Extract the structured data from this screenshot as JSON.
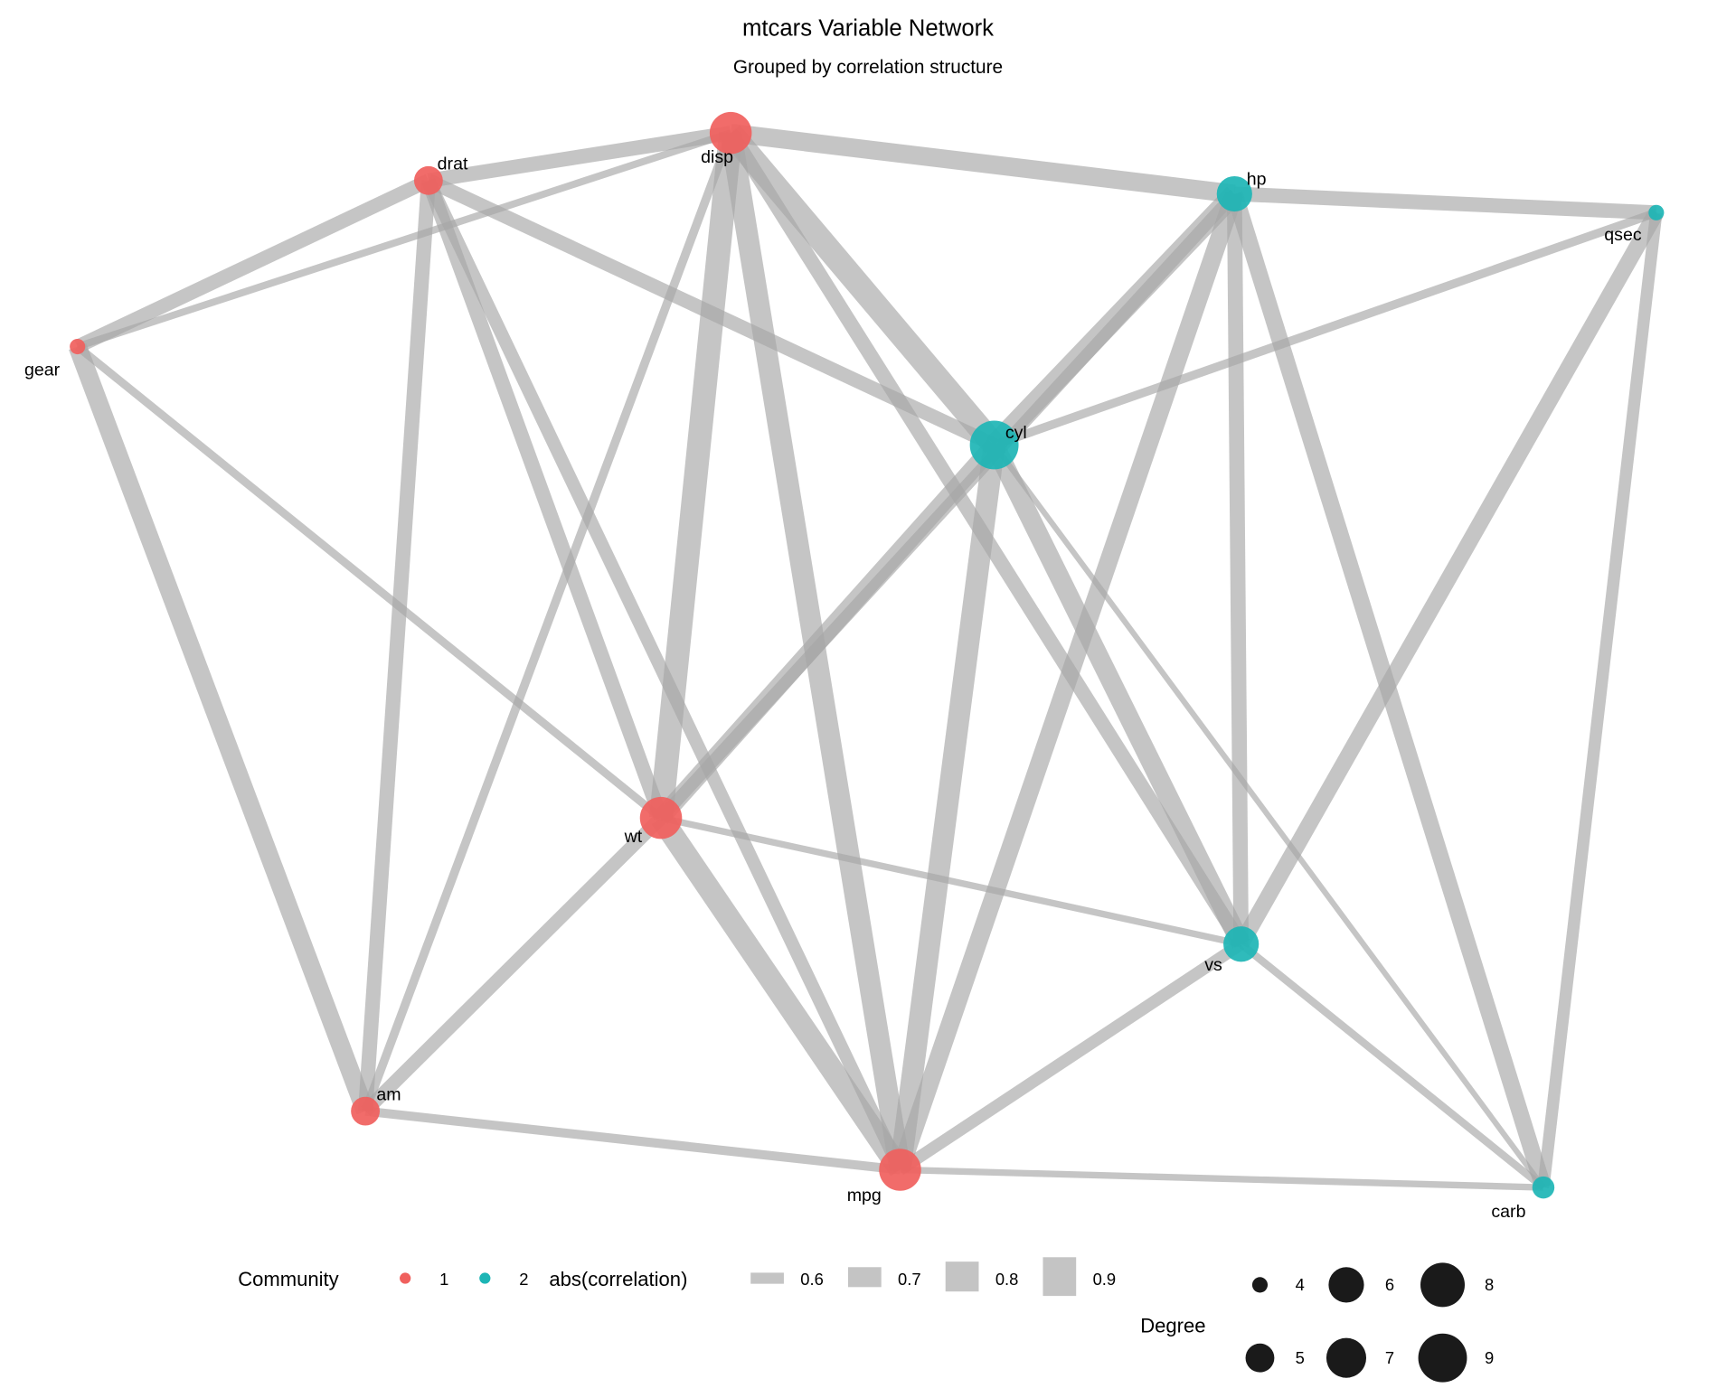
{
  "title": "mtcars Variable Network",
  "subtitle": "Grouped by correlation structure",
  "colors": {
    "community_1": "#F0605D",
    "community_2": "#1DB5B5",
    "edge": "#A6A6A6"
  },
  "nodes": [
    {
      "name": "disp",
      "community": 1,
      "degree": 8
    },
    {
      "name": "drat",
      "community": 1,
      "degree": 6
    },
    {
      "name": "hp",
      "community": 2,
      "degree": 7
    },
    {
      "name": "qsec",
      "community": 2,
      "degree": 4
    },
    {
      "name": "gear",
      "community": 1,
      "degree": 4
    },
    {
      "name": "cyl",
      "community": 2,
      "degree": 9
    },
    {
      "name": "wt",
      "community": 1,
      "degree": 8
    },
    {
      "name": "vs",
      "community": 2,
      "degree": 7
    },
    {
      "name": "am",
      "community": 1,
      "degree": 6
    },
    {
      "name": "mpg",
      "community": 1,
      "degree": 8
    },
    {
      "name": "carb",
      "community": 2,
      "degree": 5
    }
  ],
  "edges": [
    [
      "disp",
      "drat",
      0.71
    ],
    [
      "disp",
      "hp",
      0.79
    ],
    [
      "disp",
      "gear",
      0.56
    ],
    [
      "disp",
      "cyl",
      0.9
    ],
    [
      "disp",
      "vs",
      0.71
    ],
    [
      "disp",
      "wt",
      0.89
    ],
    [
      "disp",
      "mpg",
      0.85
    ],
    [
      "disp",
      "am",
      0.59
    ],
    [
      "drat",
      "gear",
      0.7
    ],
    [
      "drat",
      "cyl",
      0.7
    ],
    [
      "drat",
      "am",
      0.71
    ],
    [
      "drat",
      "wt",
      0.71
    ],
    [
      "drat",
      "mpg",
      0.68
    ],
    [
      "hp",
      "qsec",
      0.71
    ],
    [
      "hp",
      "cyl",
      0.83
    ],
    [
      "hp",
      "vs",
      0.72
    ],
    [
      "hp",
      "mpg",
      0.78
    ],
    [
      "hp",
      "carb",
      0.75
    ],
    [
      "hp",
      "wt",
      0.66
    ],
    [
      "qsec",
      "cyl",
      0.59
    ],
    [
      "qsec",
      "vs",
      0.74
    ],
    [
      "qsec",
      "carb",
      0.66
    ],
    [
      "gear",
      "am",
      0.79
    ],
    [
      "gear",
      "wt",
      0.58
    ],
    [
      "cyl",
      "vs",
      0.81
    ],
    [
      "cyl",
      "mpg",
      0.85
    ],
    [
      "cyl",
      "carb",
      0.53
    ],
    [
      "cyl",
      "wt",
      0.78
    ],
    [
      "wt",
      "vs",
      0.55
    ],
    [
      "wt",
      "mpg",
      0.87
    ],
    [
      "wt",
      "am",
      0.69
    ],
    [
      "vs",
      "mpg",
      0.66
    ],
    [
      "vs",
      "carb",
      0.57
    ],
    [
      "am",
      "mpg",
      0.6
    ],
    [
      "mpg",
      "carb",
      0.55
    ]
  ],
  "legend": {
    "community_title": "Community",
    "community_items": [
      "1",
      "2"
    ],
    "correlation_title": "abs(correlation)",
    "correlation_items": [
      "0.6",
      "0.7",
      "0.8",
      "0.9"
    ],
    "degree_title": "Degree",
    "degree_items": [
      "4",
      "5",
      "6",
      "7",
      "8",
      "9"
    ]
  }
}
